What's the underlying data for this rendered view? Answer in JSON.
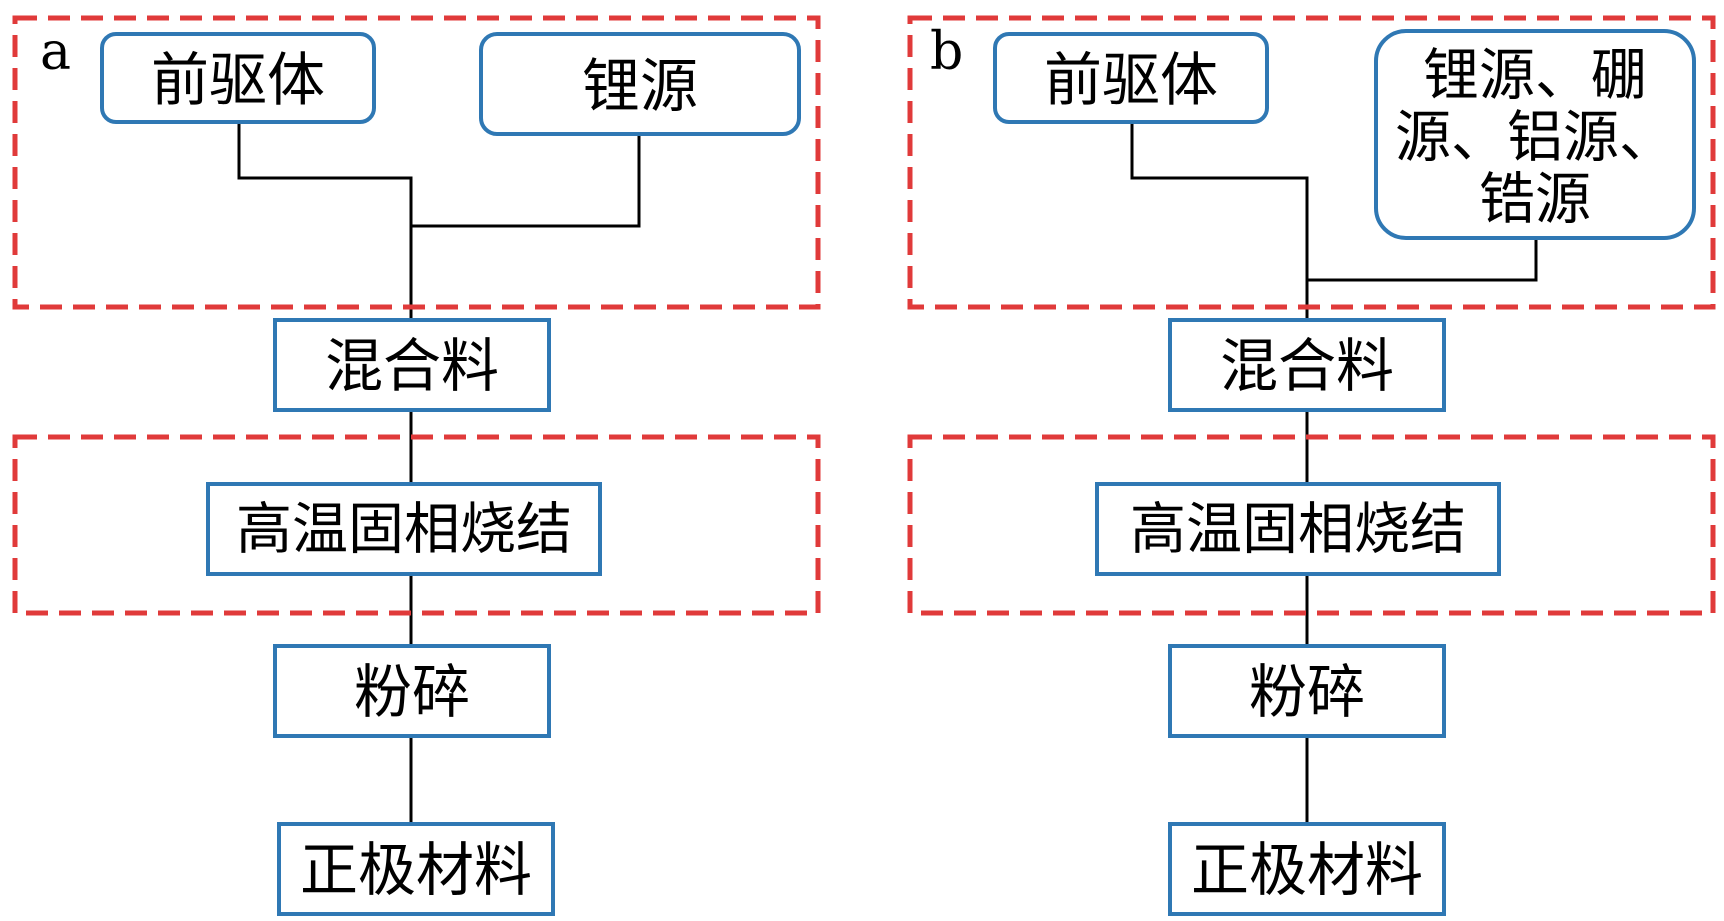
{
  "colors": {
    "box_border": "#2f78b4",
    "dashed_border": "#e03a3a",
    "connector": "#000000",
    "text": "#000000"
  },
  "panel_a": {
    "label": "a",
    "precursor": "前驱体",
    "lithium_source": "锂源",
    "mixture": "混合料",
    "sintering": "高温固相烧结",
    "crushing": "粉碎",
    "cathode": "正极材料"
  },
  "panel_b": {
    "label": "b",
    "precursor": "前驱体",
    "sources_line1": "锂源、硼",
    "sources_line2": "源、铝源、",
    "sources_line3": "锆源",
    "mixture": "混合料",
    "sintering": "高温固相烧结",
    "crushing": "粉碎",
    "cathode": "正极材料"
  }
}
